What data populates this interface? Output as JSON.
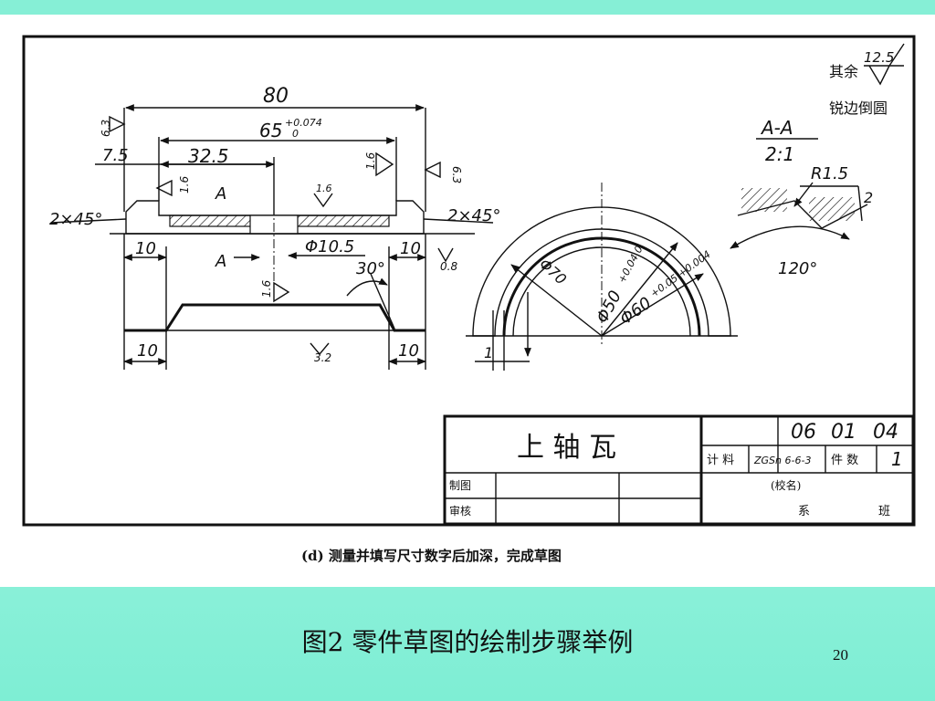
{
  "drawing": {
    "note_rest": "其余",
    "note_rest_roughness": "12.5",
    "note_edges": "锐边倒圆",
    "section_label": "A-A",
    "section_scale": "2:1",
    "dims": {
      "total_length": "80",
      "bore_length": "65",
      "bore_tol_upper": "+0.074",
      "bore_tol_lower": "0",
      "offset": "7.5",
      "hole_pos": "32.5",
      "chamfer_left": "2×45°",
      "chamfer_right": "2×45°",
      "end_left_top": "10",
      "end_right_top": "10",
      "end_left_bottom": "10",
      "end_right_bottom": "10",
      "hole_dia": "Φ10.5",
      "angle_30": "30°",
      "radius": "R1.5",
      "depth_2": "2",
      "angle_120": "120°",
      "dia70": "Φ70",
      "dia50": "Φ50",
      "dia50_tol": "+0.04 0",
      "dia60": "Φ60",
      "dia60_tol": "+0.05 +0.004",
      "dim_1": "1"
    },
    "roughness": {
      "r63_left": "6.3",
      "r63_right": "6.3",
      "r16_a": "1.6",
      "r16_b": "1.6",
      "r16_c": "1.6",
      "r16_d": "1.6",
      "r08": "0.8",
      "r32": "3.2"
    },
    "section_mark": "A",
    "title_block": {
      "part_name": "上 轴 瓦",
      "code1": "06",
      "code2": "01",
      "code3": "04",
      "design_label": "计 料",
      "material": "ZGSn 6-6-3",
      "qty_label": "件 数",
      "qty_value": "1",
      "draw_label": "制图",
      "check_label": "审核",
      "school": "(校名)",
      "dept": "系",
      "class": "班"
    },
    "sub_caption": "(d) 测量并填写尺寸数字后加深，完成草图"
  },
  "caption": "图2 零件草图的绘制步骤举例",
  "page_number": "20"
}
